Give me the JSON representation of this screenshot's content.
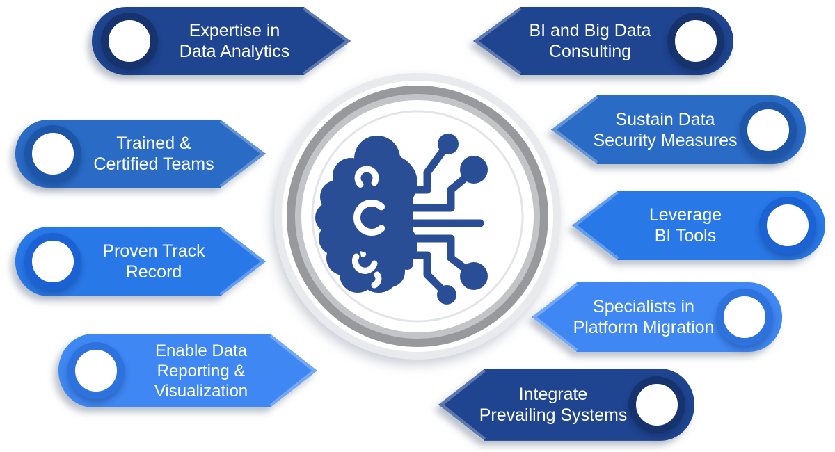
{
  "colors": {
    "dark_blue": "#1f4591",
    "medium_blue": "#2a6bc6",
    "bright_blue": "#2878e8",
    "light_blue": "#3f87f3",
    "dark_blue_ring": "#16336e",
    "medium_blue_ring": "#1d55a8",
    "bright_blue_ring": "#1b63d4",
    "light_blue_ring": "#2e72dd",
    "icon_blue": "#2a4e96",
    "ring_gray": "#98999d",
    "ring_light_gray": "#c3c4c8",
    "halo_gray": "#e8eaed",
    "inner_ring_gray": "#e2e4e8",
    "text_white": "#ffffff"
  },
  "center": {
    "icon": "brain-circuit-icon"
  },
  "banners": [
    {
      "label": "Expertise in Data Analytics",
      "lines": [
        "Expertise in",
        "Data Analytics"
      ],
      "side": "left",
      "color": "dark_blue",
      "ring": "dark_blue_ring"
    },
    {
      "label": "Trained & Certified Teams",
      "lines": [
        "Trained &",
        "Certified Teams"
      ],
      "side": "left",
      "color": "medium_blue",
      "ring": "medium_blue_ring"
    },
    {
      "label": "Proven Track Record",
      "lines": [
        "Proven Track",
        "Record"
      ],
      "side": "left",
      "color": "bright_blue",
      "ring": "bright_blue_ring"
    },
    {
      "label": "Enable Data Reporting & Visualization",
      "lines": [
        "Enable Data",
        "Reporting &",
        "Visualization"
      ],
      "side": "left",
      "color": "light_blue",
      "ring": "light_blue_ring"
    },
    {
      "label": "BI and Big Data Consulting",
      "lines": [
        "BI and Big Data",
        "Consulting"
      ],
      "side": "right",
      "color": "dark_blue",
      "ring": "dark_blue_ring"
    },
    {
      "label": "Sustain Data Security Measures",
      "lines": [
        "Sustain Data",
        "Security Measures"
      ],
      "side": "right",
      "color": "medium_blue",
      "ring": "medium_blue_ring"
    },
    {
      "label": "Leverage BI Tools",
      "lines": [
        "Leverage",
        "BI Tools"
      ],
      "side": "right",
      "color": "bright_blue",
      "ring": "bright_blue_ring"
    },
    {
      "label": "Specialists in Platform Migration",
      "lines": [
        "Specialists in",
        "Platform Migration"
      ],
      "side": "right",
      "color": "light_blue",
      "ring": "light_blue_ring"
    },
    {
      "label": "Integrate Prevailing Systems",
      "lines": [
        "Integrate",
        "Prevailing Systems"
      ],
      "side": "right",
      "color": "dark_blue",
      "ring": "dark_blue_ring"
    }
  ]
}
